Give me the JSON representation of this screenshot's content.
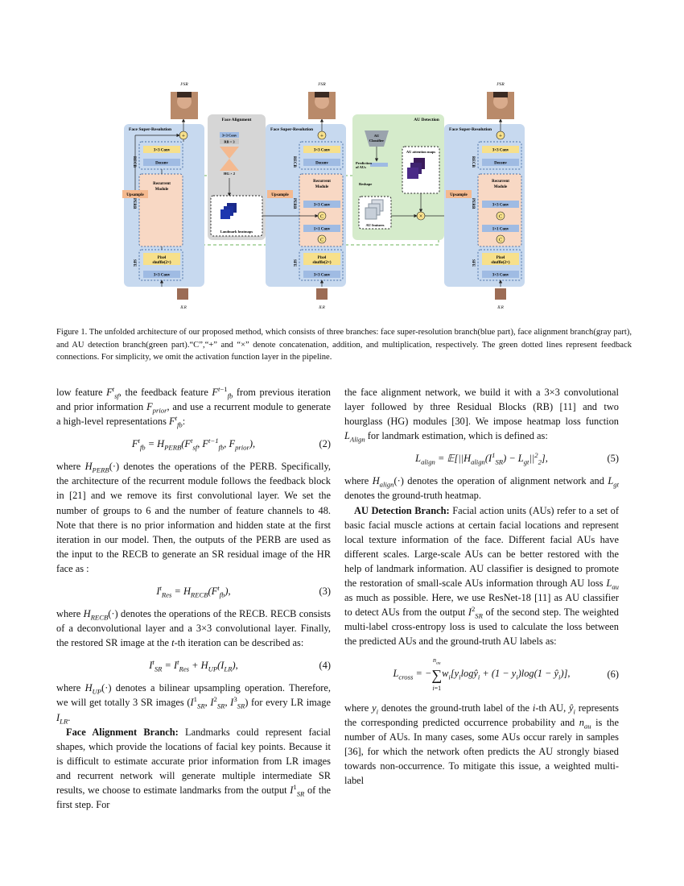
{
  "figure": {
    "labels": {
      "out1": "I¹SR",
      "out2": "I²SR",
      "out3": "I³SR",
      "in": "ILR",
      "fsr": "Face Super-Resolution",
      "fa": "Face Alignment",
      "aud": "AU Detection",
      "conv33": "3×3 Conv",
      "deconv": "Deconv",
      "recb": "RECB",
      "perb": "PERB",
      "sfe": "SFE",
      "recurrent": "Recurrent Module",
      "upsample": "Upsample",
      "conv11": "1×1 Conv",
      "pixel": "Pixel shuffle(2×)",
      "rb": "RB × 3",
      "hg": "HG × 2",
      "landmark": "Landmark heatmaps",
      "au_classifier": "AU Classifier",
      "prediction": "Prediction of AUs",
      "attention": "AU attention maps",
      "reshape": "Reshape",
      "au_features": "AU features"
    }
  },
  "caption": "Figure 1. The unfolded architecture of our proposed method, which consists of three branches: face super-resolution branch(blue part), face alignment branch(gray part), and AU detection branch(green part).“C”,“+” and “×” denote concatenation, addition, and multiplication, respectively. The green dotted lines represent feedback connections. For simplicity, we omit the activation function layer in the pipeline.",
  "left": {
    "p1a": "low feature ",
    "p1b": ", the feedback feature ",
    "p1c": " from previous iteration and prior information ",
    "p1d": ", and use a recurrent module to generate a high-level representations ",
    "eq2_num": "(2)",
    "p2a": "where ",
    "p2b": " denotes the operations of the PERB. Specifically, the architecture of the recurrent module follows the feedback block in [21] and we remove its first convolutional layer. We set the number of groups to 6 and the number of feature channels to 48. Note that there is no prior information and hidden state at the first iteration in our model. Then, the outputs of the PERB are used as the input to the RECB to generate an SR residual image of the HR face as :",
    "eq3_num": "(3)",
    "p3a": "where ",
    "p3b": " denotes the operations of the RECB. RECB consists of a deconvolutional layer and a 3×3 convolutional layer. Finally, the restored SR image at the ",
    "p3c": "-th iteration can be described as:",
    "eq4_num": "(4)",
    "p4a": "where ",
    "p4b": " denotes a bilinear upsampling operation. Therefore, we will get totally 3 SR images ",
    "p4c": " for every LR image ",
    "p5_head": "Face Alignment Branch:",
    "p5": " Landmarks could represent facial shapes, which provide the locations of facial key points. Because it is difficult to estimate accurate prior information from LR images and recurrent network will generate multiple intermediate SR results, we choose to estimate landmarks from the output ",
    "p5b": " of the first step. For"
  },
  "right": {
    "p1": "the face alignment network, we build it with a 3×3 convolutional layer followed by three Residual Blocks (RB) [11] and two hourglass (HG) modules [30]. We impose heatmap loss function ",
    "p1b": " for landmark estimation, which is defined as:",
    "eq5_num": "(5)",
    "p2a": "where ",
    "p2b": " denotes the operation of alignment network and ",
    "p2c": " denotes the ground-truth heatmap.",
    "p3_head": "AU Detection Branch:",
    "p3": " Facial action units (AUs) refer to a set of basic facial muscle actions at certain facial locations and represent local texture information of the face. Different facial AUs have different scales. Large-scale AUs can be better restored with the help of landmark information. AU classifier is designed to promote the restoration of small-scale AUs information through AU loss ",
    "p3b": " as much as possible. Here, we use ResNet-18 [11] as AU classifier to detect AUs from the output ",
    "p3c": " of the second step. The weighted multi-label cross-entropy loss is used to calculate the loss between the predicted AUs and the ground-truth AU labels as:",
    "eq6_num": "(6)",
    "p4a": "where ",
    "p4b": " denotes the ground-truth label of the ",
    "p4c": "-th AU, ",
    "p4d": " represents the corresponding predicted occurrence probability and ",
    "p4e": " is the number of AUs. In many cases, some AUs occur rarely in samples [36], for which the network often predicts the AU strongly biased towards non-occurrence. To mitigate this issue, a weighted multi-label"
  }
}
